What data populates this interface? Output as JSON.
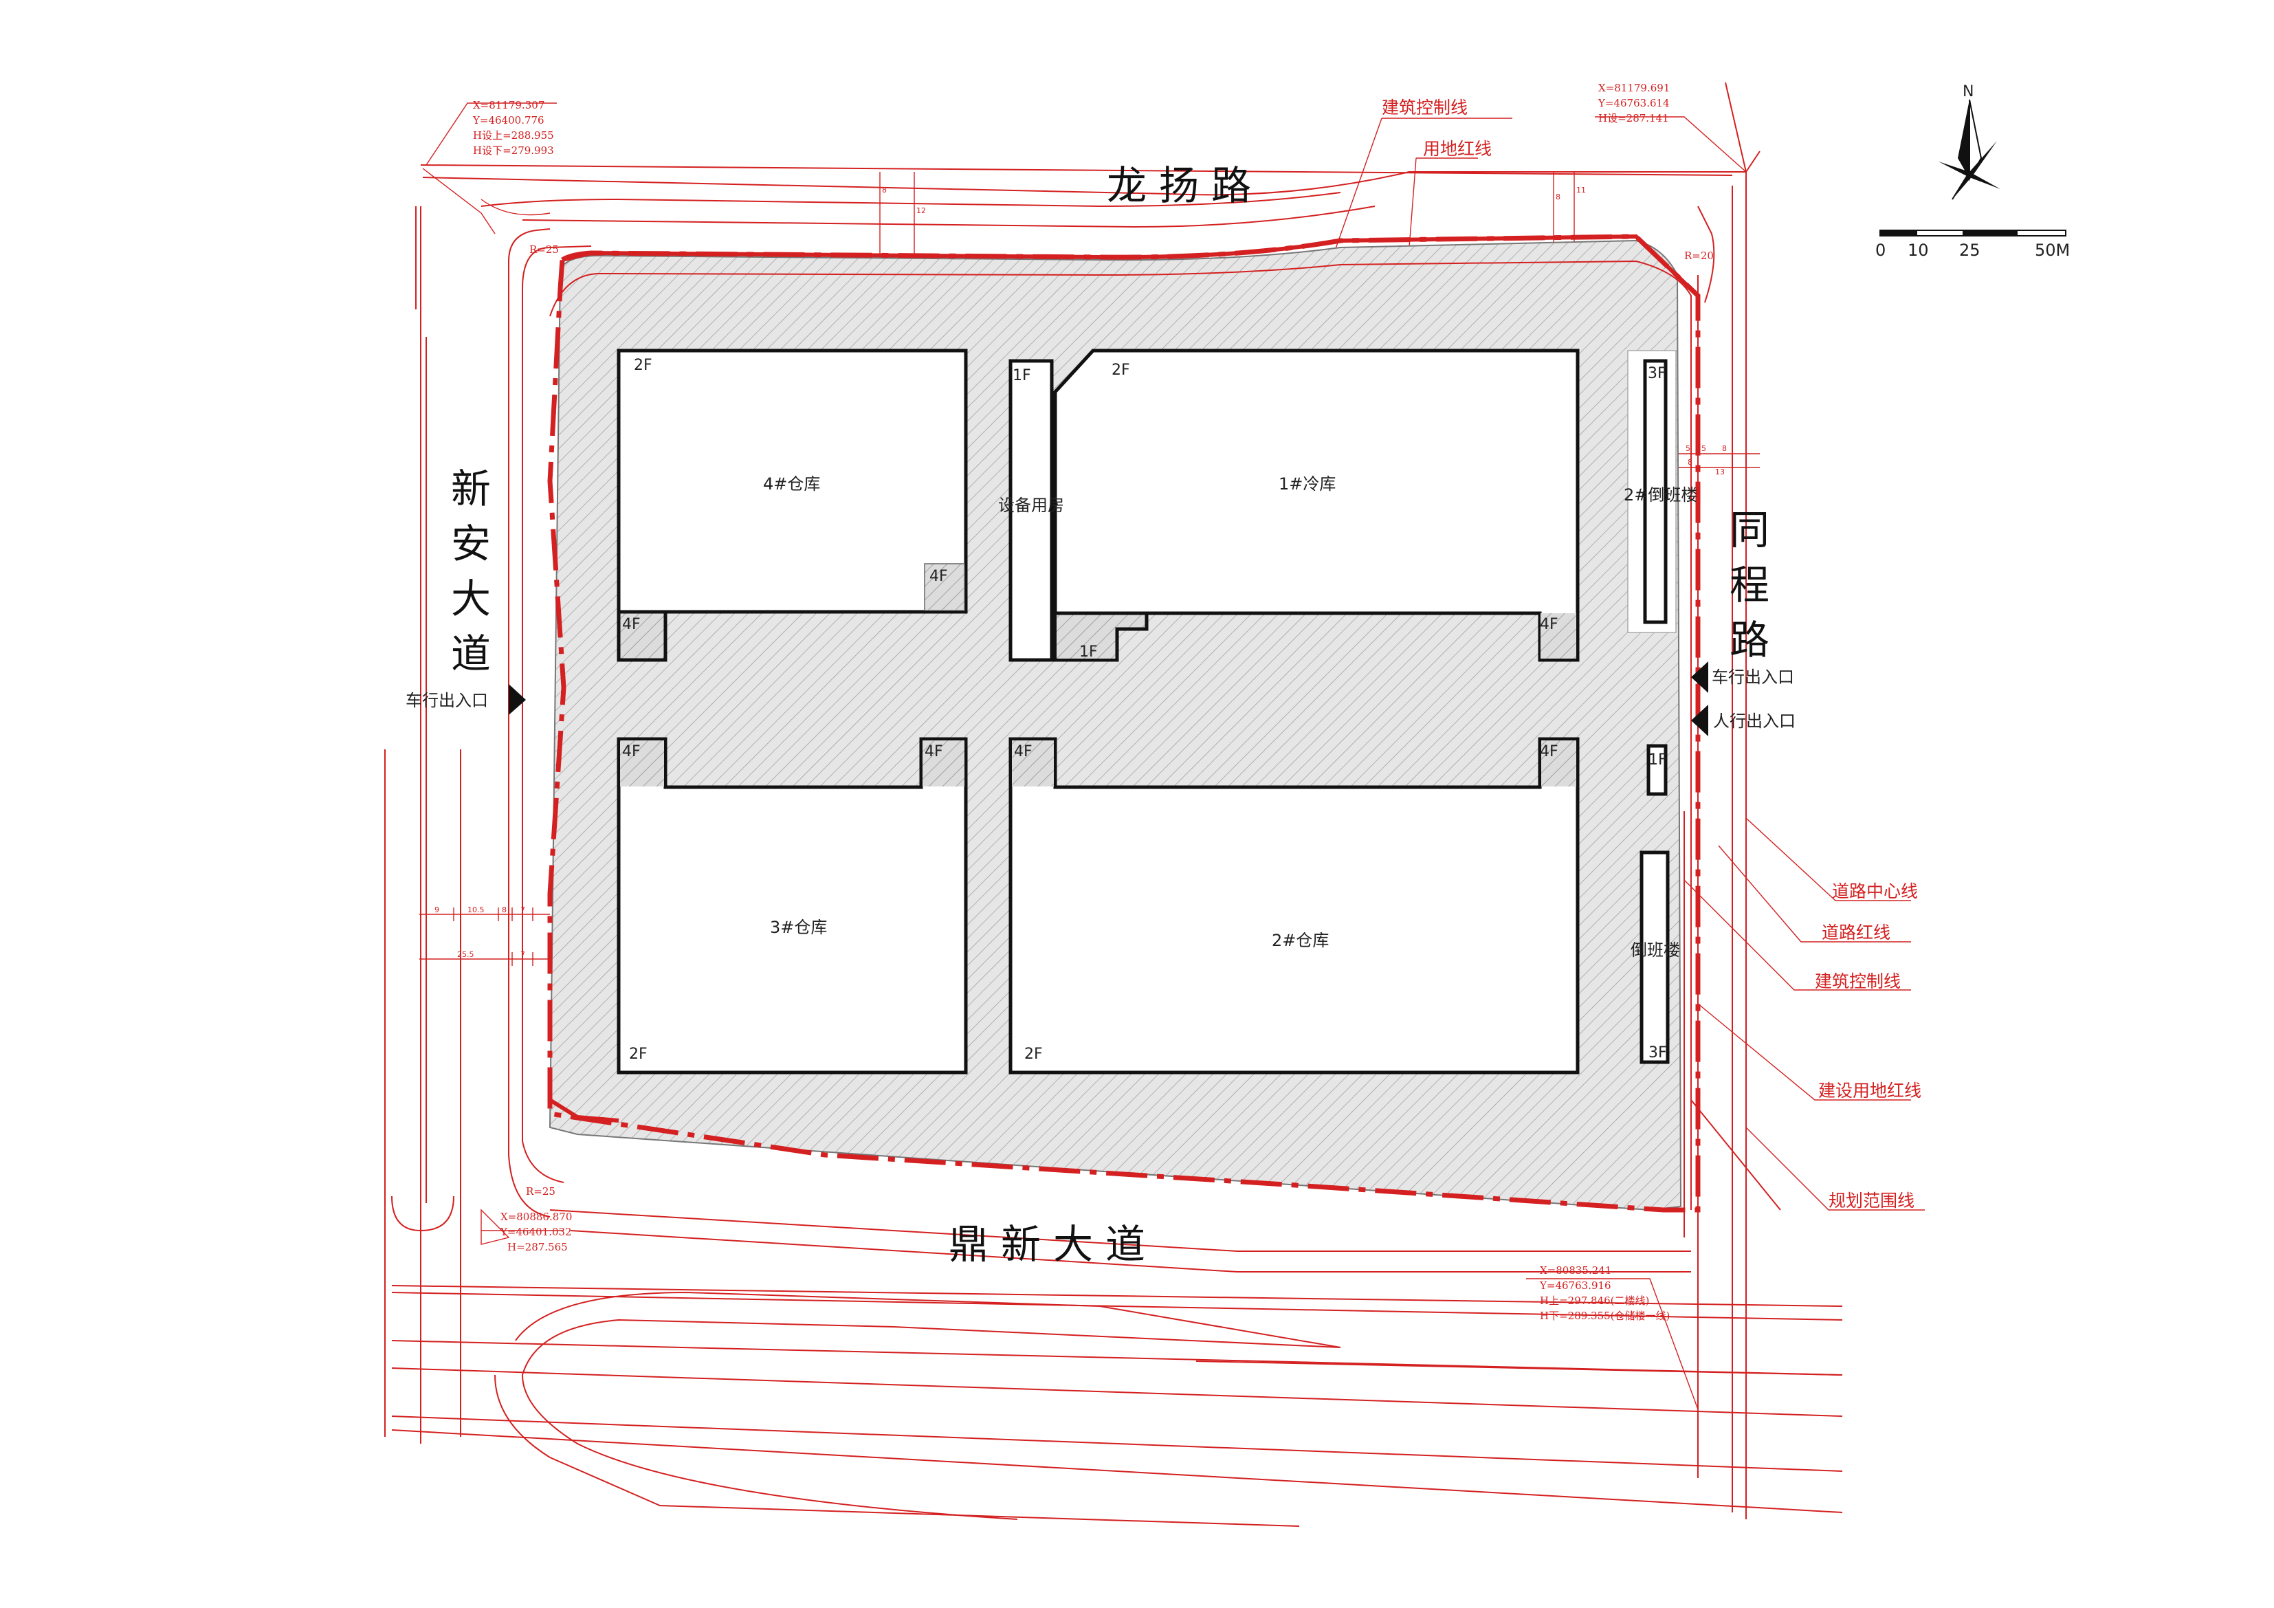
{
  "roads": {
    "north": "龙扬路",
    "west": "新安大道",
    "east": "同程路",
    "south": "鼎新大道"
  },
  "buildings": {
    "warehouse4": "4#仓库",
    "equipment_room": "设备用房",
    "cold_storage1": "1#冷库",
    "dorm2": "2#倒班楼",
    "warehouse3": "3#仓库",
    "warehouse2": "2#仓库",
    "dorm1": "倒班楼",
    "guard": "1F"
  },
  "floors": {
    "f1": "1F",
    "f2": "2F",
    "f3": "3F",
    "f4": "4F"
  },
  "entrances": {
    "vehicle": "车行出入口",
    "pedestrian": "人行出入口"
  },
  "legend": {
    "build_control_top": "建筑控制线",
    "land_red_top": "用地红线",
    "road_center": "道路中心线",
    "road_red": "道路红线",
    "build_control": "建筑控制线",
    "site_red": "建设用地红线",
    "planning": "规划范围线"
  },
  "coordinates": {
    "nw": [
      "X=81179.307",
      "Y=46400.776",
      "H设上=288.955",
      "H设下=279.993"
    ],
    "ne": [
      "X=81179.691",
      "Y=46763.614",
      "H设=287.141"
    ],
    "sw": [
      "X=80886.870",
      "Y=46401.032",
      "H=287.565"
    ],
    "se": [
      "X=80835.241",
      "Y=46763.916",
      "H上=297.846(二楼线)",
      "H下=289.355(仓储楼一线)"
    ]
  },
  "radii": {
    "nw": "R=25",
    "ne": "R=20",
    "sw": "R=25"
  },
  "dimensions": {
    "west": [
      "9",
      "10.5",
      "8",
      "7",
      "25.5",
      "7"
    ],
    "east": [
      "5",
      "5",
      "8",
      "8",
      "13"
    ],
    "north_a": [
      "8",
      "12"
    ],
    "north_b": [
      "8",
      "11"
    ]
  },
  "north_arrow": {
    "label": "N",
    "scale": [
      "0",
      "10",
      "25",
      "50M"
    ]
  }
}
